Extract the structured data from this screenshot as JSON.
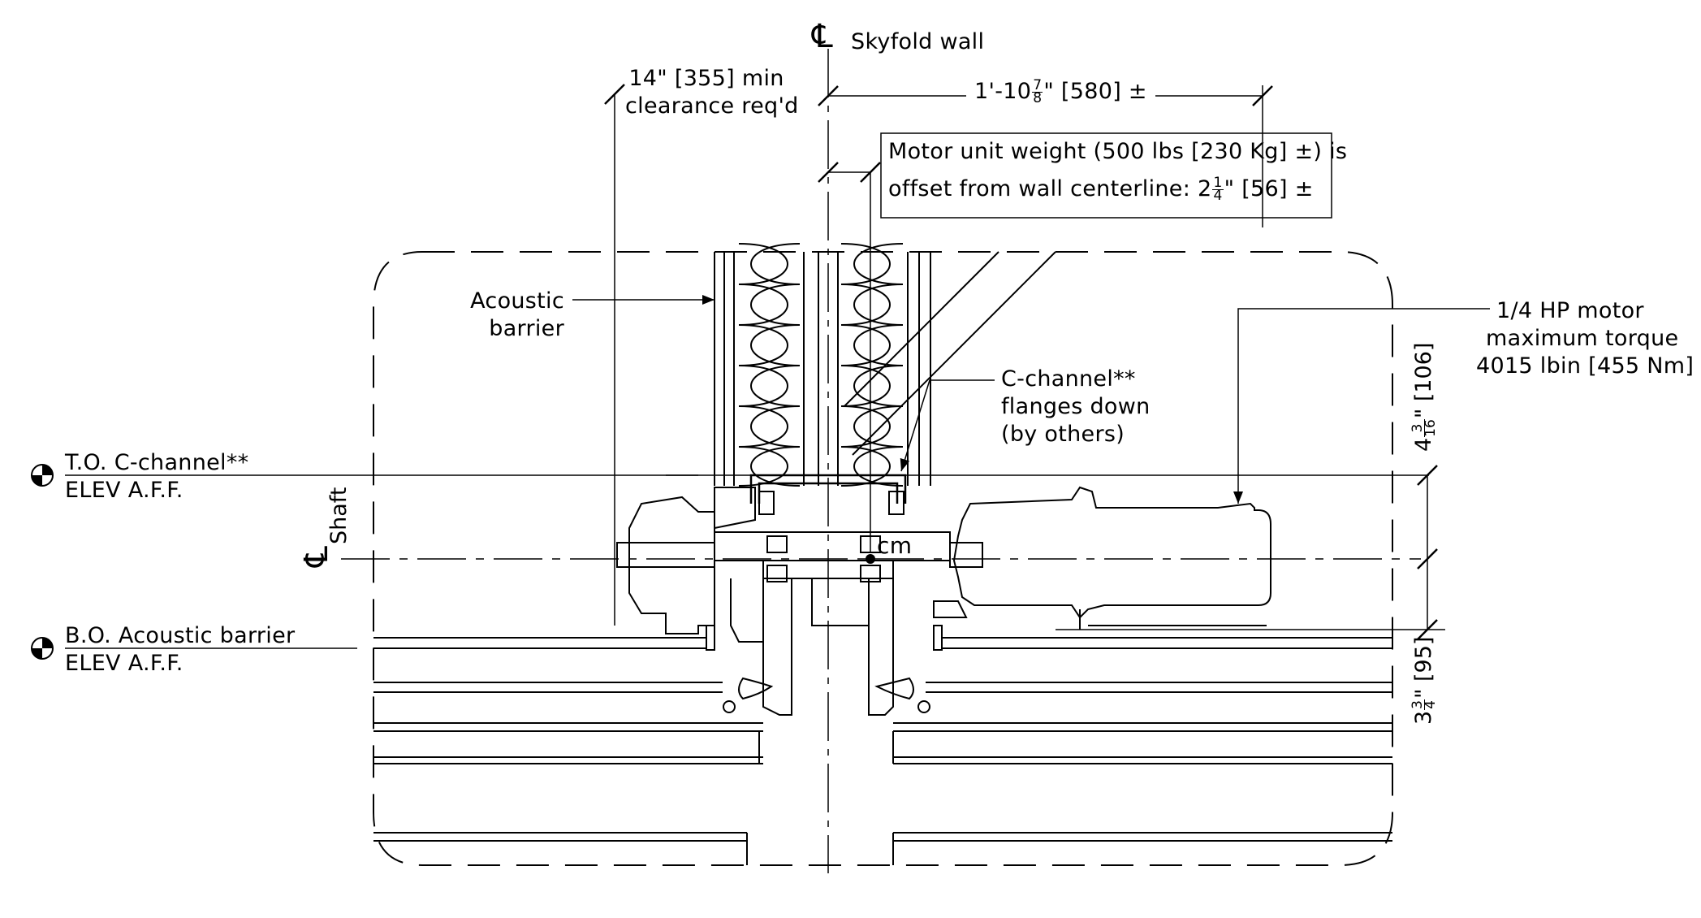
{
  "labels": {
    "skyfold_wall": "Skyfold wall",
    "clearance_line1": "14\" [355] min",
    "clearance_line2": "clearance req'd",
    "offset_dim_prefix": "1'-10",
    "offset_dim_num": "7",
    "offset_dim_den": "8",
    "offset_dim_suffix": "\" [580] ±",
    "note_line1": "Motor unit weight (500 lbs [230 Kg] ±) is",
    "note_line2_prefix": "offset from wall centerline: 2",
    "note_line2_num": "1",
    "note_line2_den": "4",
    "note_line2_suffix": "\" [56] ±",
    "acoustic_line1": "Acoustic",
    "acoustic_line2": "barrier",
    "motor_line1": "1/4 HP motor",
    "motor_line2": "maximum torque",
    "motor_line3": "4015 lbin [455 Nm]",
    "cchannel_line1": "C-channel**",
    "cchannel_line2": "flanges down",
    "cchannel_line3": "(by others)",
    "to_cchannel": "T.O. C-channel**",
    "to_elev": "ELEV A.F.F.",
    "bo_acoustic": "B.O. Acoustic barrier",
    "bo_elev": "ELEV A.F.F.",
    "shaft": "Shaft",
    "cm": "cm",
    "dim_upper_whole": "4",
    "dim_upper_num": "3",
    "dim_upper_den": "16",
    "dim_upper_suffix": "\" [106]",
    "dim_lower_whole": "3",
    "dim_lower_num": "3",
    "dim_lower_den": "4",
    "dim_lower_suffix": "\" [95]"
  }
}
